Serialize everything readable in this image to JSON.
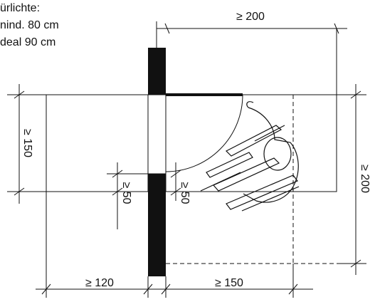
{
  "notes": {
    "line1": "ürlichte:",
    "line2": "nind. 80 cm",
    "line3": "deal 90 cm"
  },
  "dimensions": {
    "top_width": "≥ 200",
    "left_height": "≥ 150",
    "right_height": "≥ 200",
    "inner_left": "≥ 50",
    "inner_right": "≥ 50",
    "bottom_left": "≥ 120",
    "bottom_right": "≥ 150"
  }
}
